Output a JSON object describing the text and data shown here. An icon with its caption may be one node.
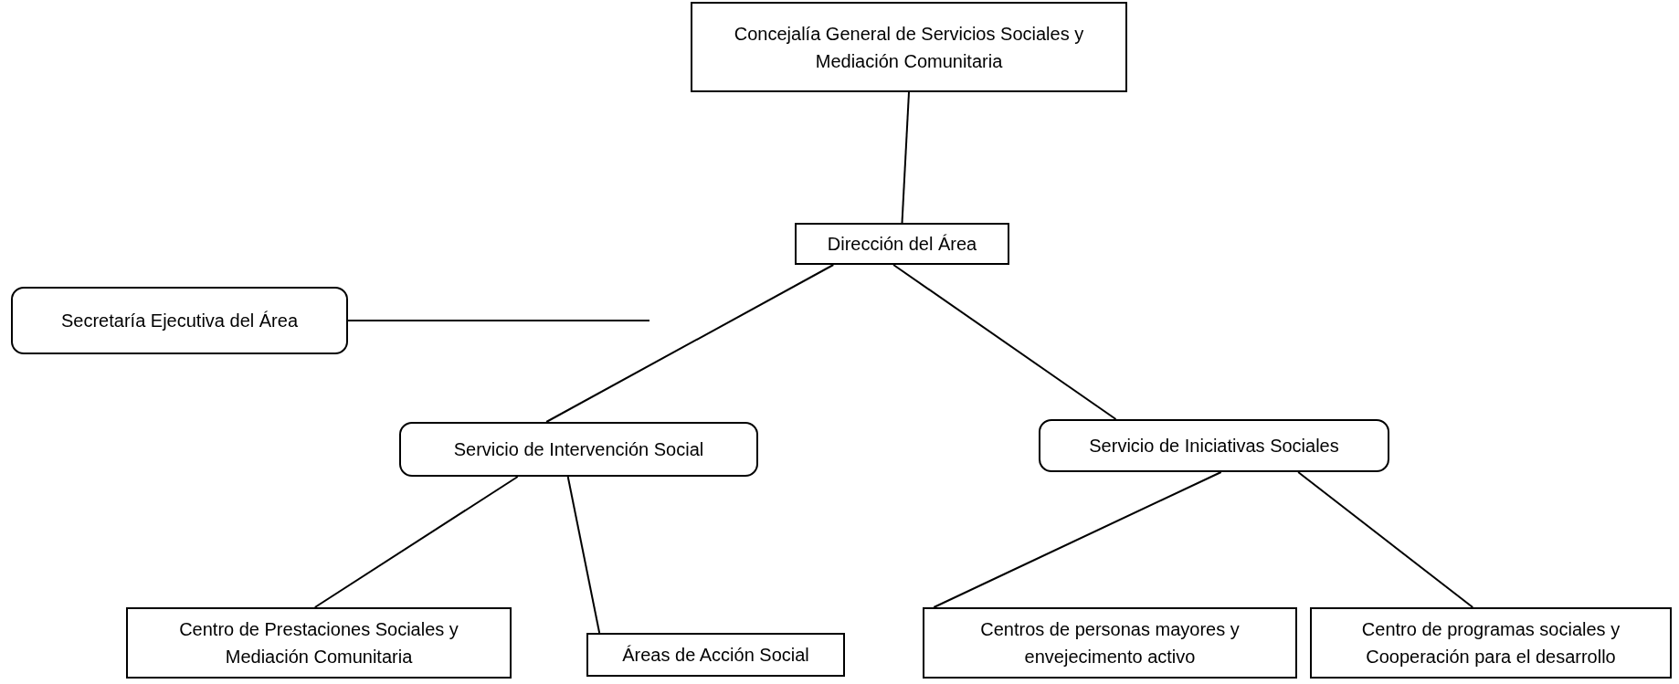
{
  "diagram": {
    "nodes": [
      {
        "text": [
          "Concejalía General de Servicios Sociales y Mediación Comunitaria"
        ]
      },
      {
        "text": [
          "Dirección del Área"
        ]
      },
      {
        "text": [
          "Secretaría Ejecutiva del Área"
        ]
      },
      {
        "text": [
          "Servicio de Intervención Social"
        ]
      },
      {
        "text": [
          "Servicio de Iniciativas Sociales"
        ]
      },
      {
        "text": [
          "Centro de Prestaciones Sociales y Mediación Comunitaria"
        ]
      },
      {
        "text": [
          "Áreas de Acción Social"
        ]
      },
      {
        "text": [
          "Centros de personas mayores y envejecimento activo"
        ]
      },
      {
        "text": [
          "Centro de programas sociales y Cooperación para el desarrollo"
        ]
      }
    ],
    "edges": [
      {
        "from": 0,
        "to": 1,
        "arrow": "none"
      },
      {
        "from": 1,
        "to": 3,
        "arrow": "none"
      },
      {
        "from": 1,
        "to": 4,
        "arrow": "none"
      },
      {
        "from": 2,
        "to": null,
        "arrow": "none"
      },
      {
        "from": 3,
        "to": 5,
        "arrow": "none"
      },
      {
        "from": 3,
        "to": 6,
        "arrow": "none"
      },
      {
        "from": 4,
        "to": 7,
        "arrow": "none"
      },
      {
        "from": 4,
        "to": 8,
        "arrow": "none"
      }
    ]
  }
}
